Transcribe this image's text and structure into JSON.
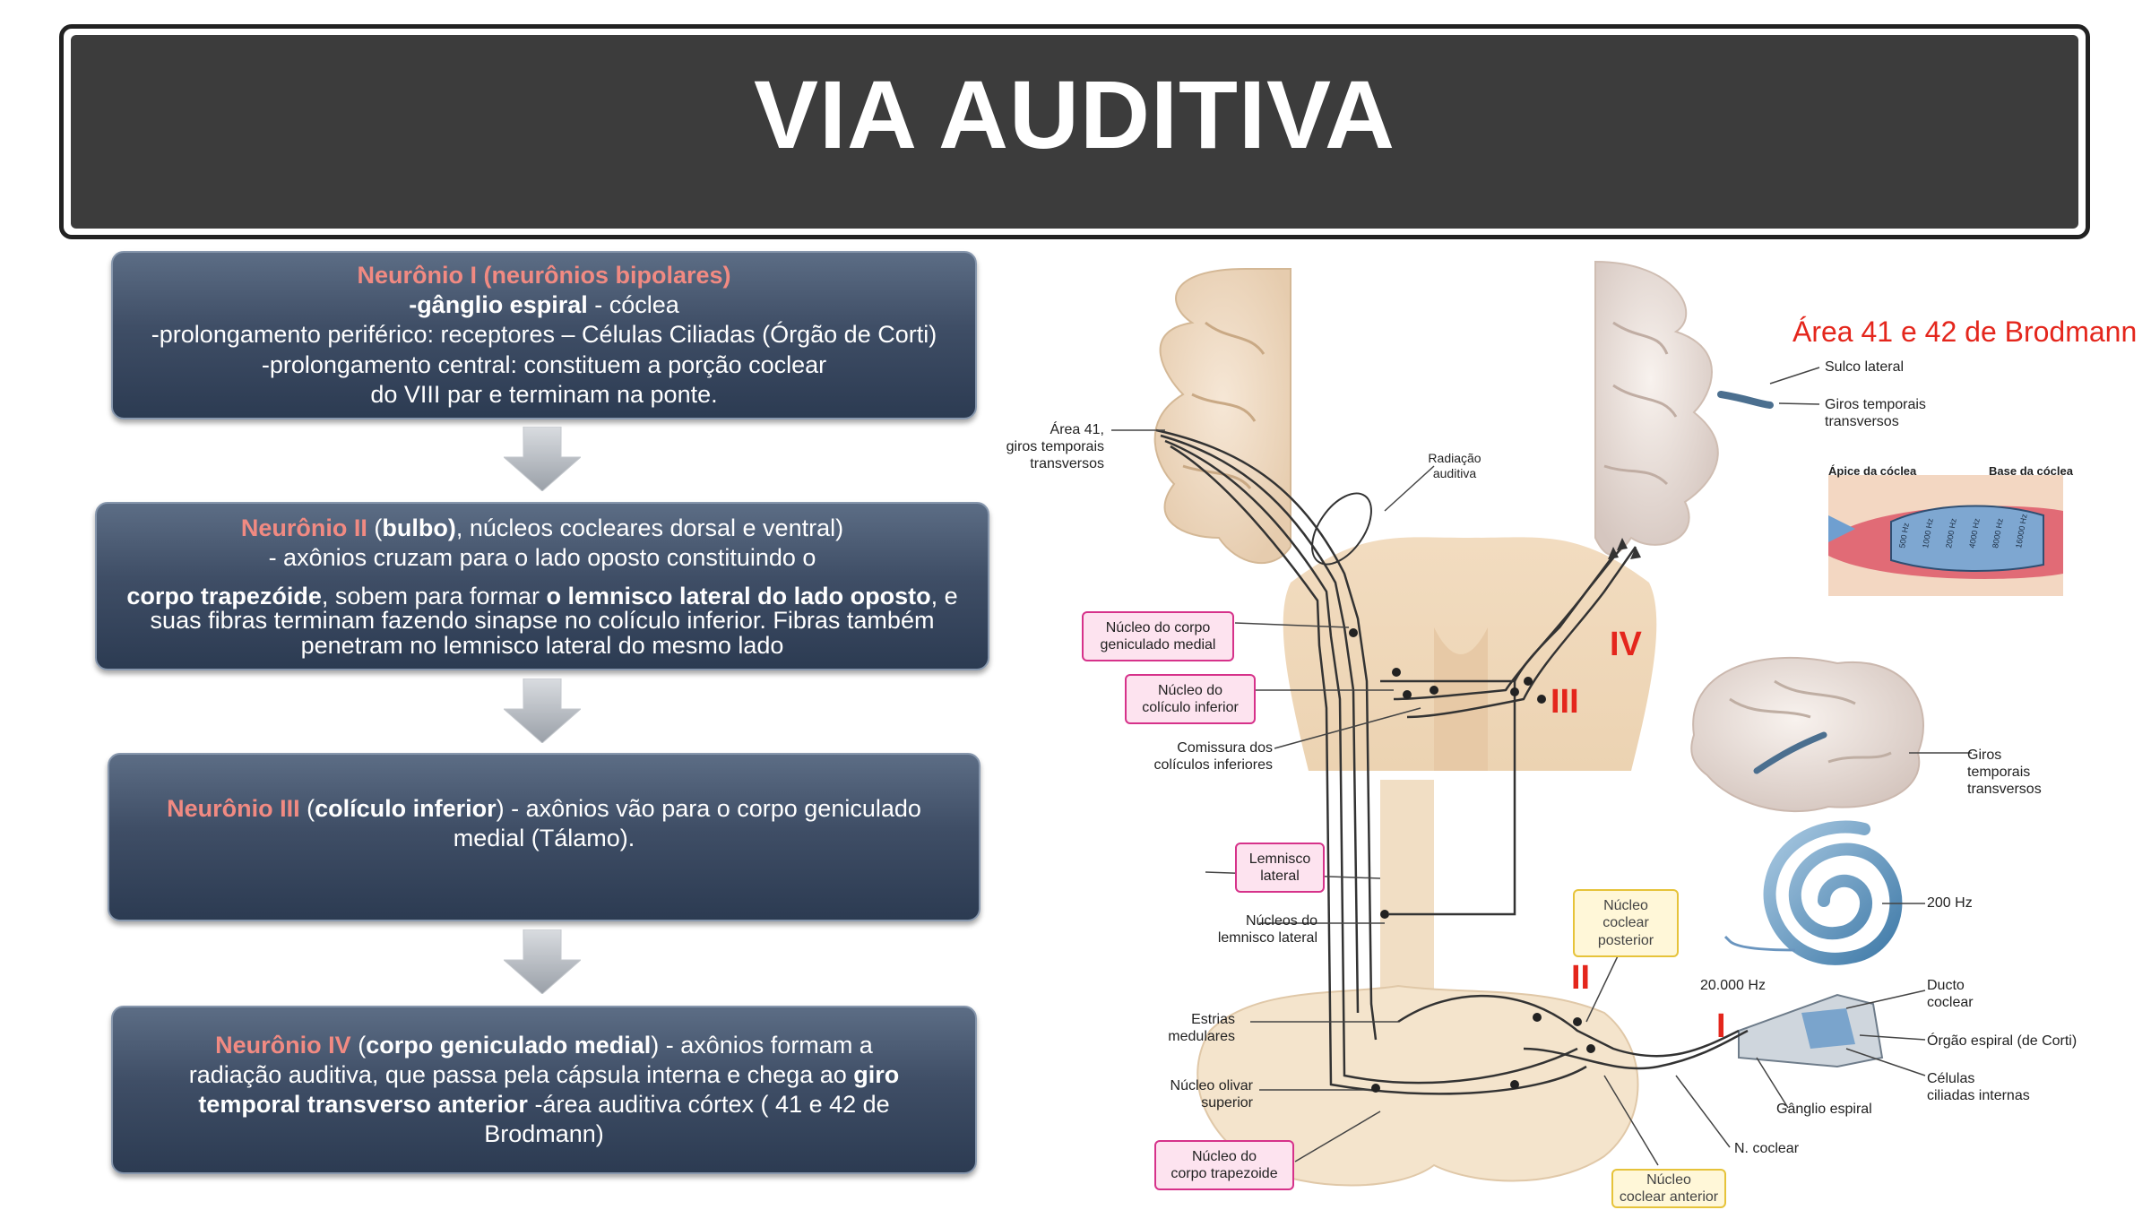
{
  "title": "VIA AUDITIVA",
  "neuron1": {
    "heading": "Neurônio I (neurônios bipolares)",
    "line1_bold": "-gânglio espiral",
    "line1_rest": " - cóclea",
    "line2": "-prolongamento periférico: receptores – Células Ciliadas (Órgão de Corti)",
    "line3": "-prolongamento  central: constituem a porção  coclear do VIII par e terminam na ponte."
  },
  "neuron2": {
    "heading": "Neurônio II",
    "heading_paren_open": " (",
    "heading_bold": "bulbo)",
    "heading_rest": ", núcleos cocleares dorsal e ventral)",
    "line2": "- axônios cruzam para o  lado oposto constituindo o",
    "line3_bold1": "corpo trapezóide",
    "line3_mid": ", sobem para formar ",
    "line3_bold2": "o  lemnisco lateral do lado oposto",
    "line3_rest": ", e suas fibras terminam fazendo sinapse no colículo inferior. Fibras também penetram no lemnisco lateral do mesmo lado"
  },
  "neuron3": {
    "heading": "Neurônio III",
    "paren_open": " (",
    "bold": "colículo inferior",
    "rest": ") - axônios vão para o corpo geniculado medial (Tálamo)."
  },
  "neuron4": {
    "heading": "Neurônio IV",
    "paren_open": " (",
    "bold1": "corpo geniculado medial",
    "mid": ") - axônios formam a radiação auditiva, que passa pela cápsula interna e chega ao ",
    "bold2": "giro temporal transverso anterior",
    "rest": " -área auditiva córtex ( 41 e 42 de Brodmann)"
  },
  "diagram": {
    "brodmann": "Área 41 e 42 de Brodmann",
    "labels": {
      "area41": "Área 41,\ngiros temporais\ntransversos",
      "radiacao": "Radiação\nauditiva",
      "sulco": "Sulco lateral",
      "giros_top": "Giros temporais\ntransversos",
      "apice": "Ápice da cóclea",
      "base": "Base da cóclea",
      "comissura": "Comissura dos\ncolículos inferiores",
      "giros_right": "Giros\ntemporais\ntransversos",
      "nucleos_lemnisco": "Núcleos do\nlemnisco lateral",
      "hz200": "200 Hz",
      "hz20000": "20.000 Hz",
      "estrias": "Estrias\nmedulares",
      "ducto": "Ducto\ncoclear",
      "orgao": "Órgão espiral (de Corti)",
      "celulas": "Células\nciliadas internas",
      "olivar": "Núcleo olivar\nsuperior",
      "ganglio": "Gânglio espiral",
      "ncoclear": "N. coclear"
    },
    "boxes": {
      "geniculado": "Núcleo do corpo\ngeniculado medial",
      "coliculo": "Núcleo do\ncolículo inferior",
      "lemnisco": "Lemnisco\nlateral",
      "trapezoide": "Núcleo do\ncorpo trapezoide",
      "posterior": "Núcleo\ncoclear\nposterior",
      "anterior": "Núcleo\ncoclear anterior"
    },
    "roman": {
      "I": "I",
      "II": "II",
      "III": "III",
      "IV": "IV"
    },
    "cochlea_ticks": [
      "500 Hz",
      "1000 Hz",
      "2000 Hz",
      "4000 Hz",
      "8000 Hz",
      "16000 Hz"
    ]
  },
  "colors": {
    "accent_red": "#e4261c",
    "box_heading": "#f18a82",
    "box_bg": "#3f4e66",
    "title_bg": "#3c3c3c"
  }
}
